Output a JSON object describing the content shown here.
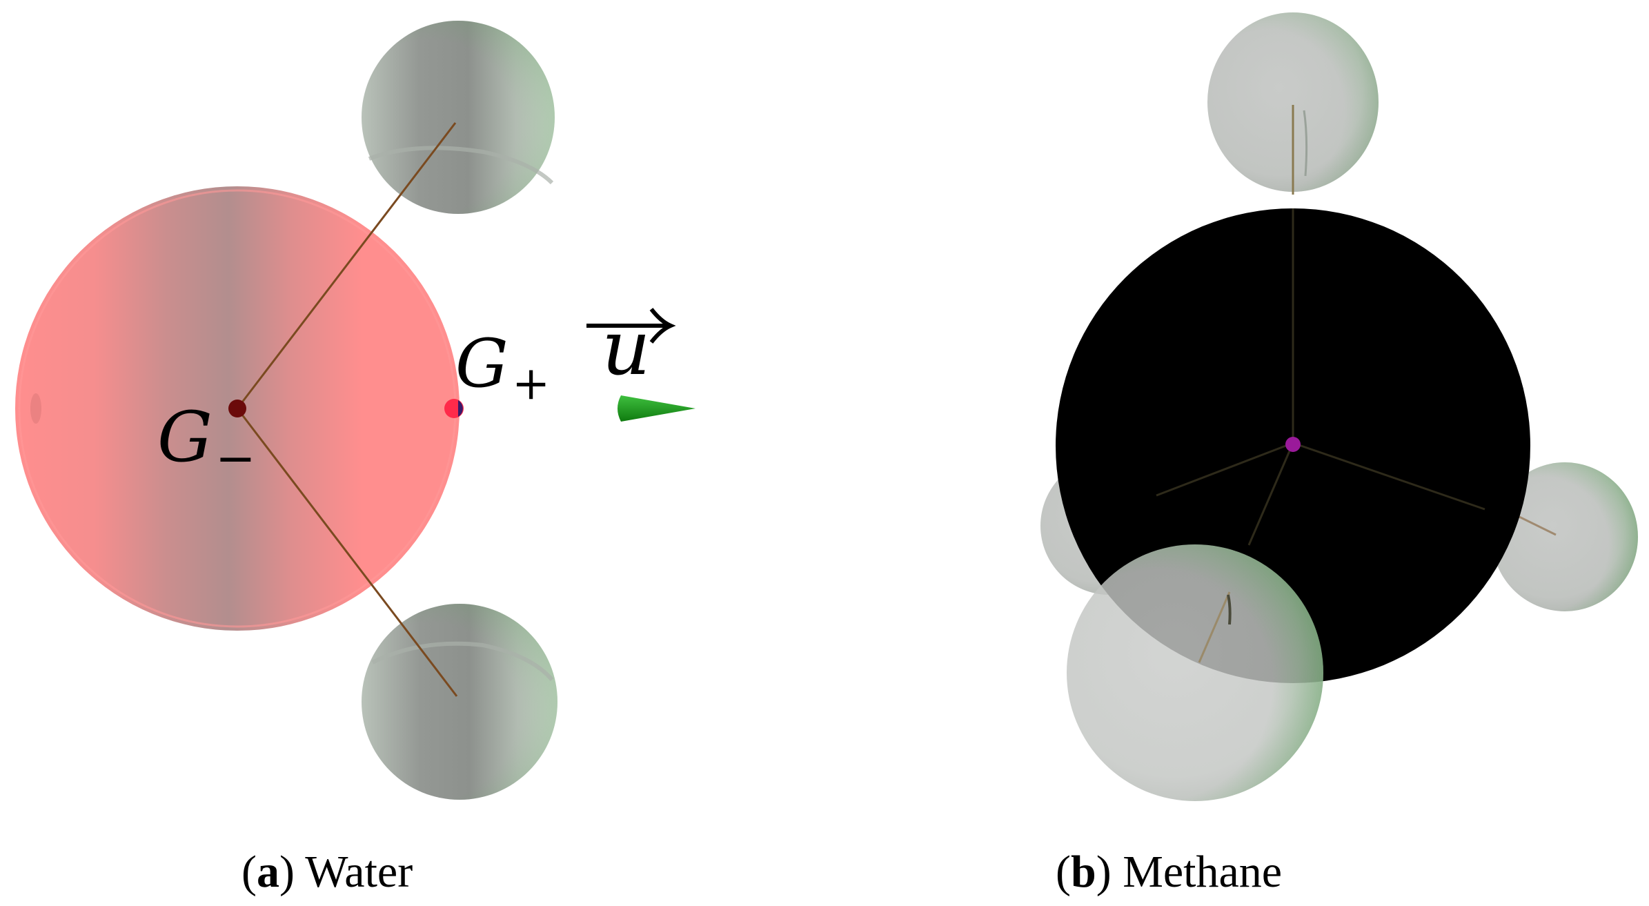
{
  "panels": {
    "water": {
      "caption_letter": "a",
      "caption_text": "Water",
      "labels": {
        "g_minus_base": "G",
        "g_minus_sub": "−",
        "g_plus_base": "G",
        "g_plus_sub": "+",
        "vector": "u"
      }
    },
    "methane": {
      "caption_letter": "b",
      "caption_text": "Methane"
    }
  },
  "colors": {
    "oxygen": "#ff8a8a",
    "hydrogen": "#c4c6c4",
    "hydrogen_tint": "#5fae5f",
    "carbon": "#000000",
    "bond": "#8a5a32",
    "dipole_vector": "#1a9a1a",
    "g_minus_point": "#6b0a0a",
    "g_plus_point": "#ff2a4a",
    "methane_center": "#9a1a9a"
  },
  "icons": {
    "vector_arrow": "rightwards-arrow-above"
  }
}
